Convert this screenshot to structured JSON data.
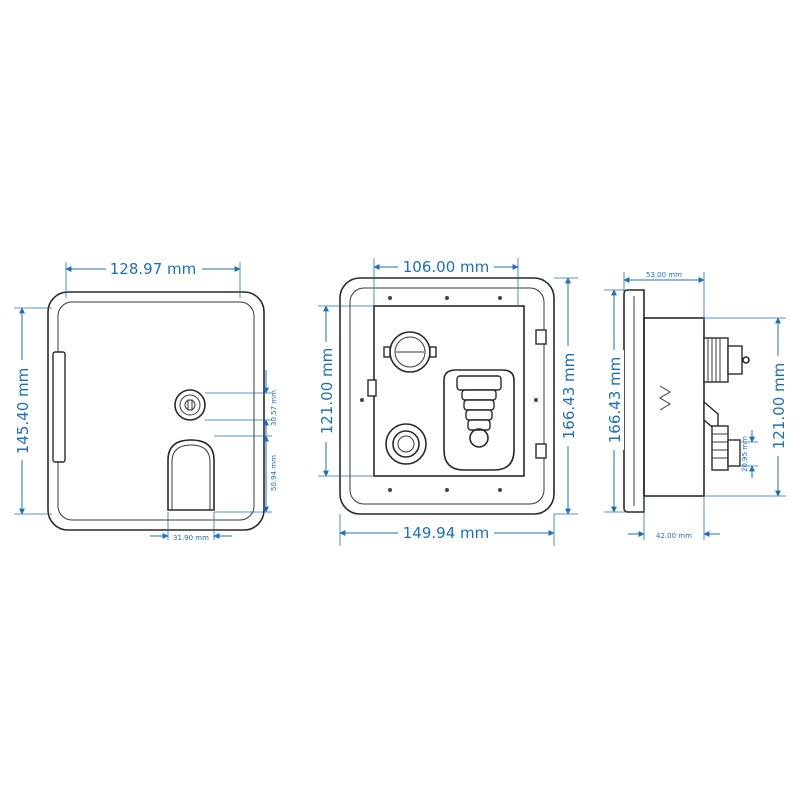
{
  "dimension_color": "#1f6fb5",
  "line_color": "#2a2a2a",
  "front_view": {
    "width": "128.97 mm",
    "height": "145.40 mm",
    "lock_offset": "30.57 mm",
    "handle_height": "50.94 mm",
    "handle_width": "31.90 mm"
  },
  "inner_view": {
    "inner_width": "106.00 mm",
    "inner_height": "121.00 mm",
    "outer_height": "166.43 mm",
    "outer_width": "149.94 mm"
  },
  "side_view": {
    "top_depth": "53.00 mm",
    "outer_height": "166.43 mm",
    "inner_height": "121.00 mm",
    "fitting_size": "20.95 mm",
    "bottom_depth": "42.00 mm"
  }
}
